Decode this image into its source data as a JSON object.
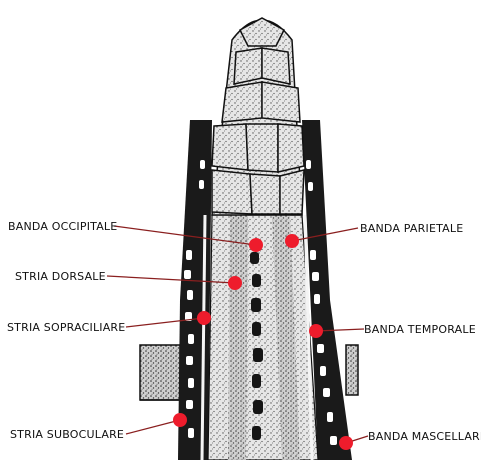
{
  "labels": {
    "banda_occipitale": "BANDA OCCIPITALE",
    "stria_dorsale": "STRIA DORSALE",
    "stria_sopraciliare": "STRIA SOPRACILIARE",
    "stria_suboculare": "STRIA SUBOCULARE",
    "banda_parietale": "BANDA PARIETALE",
    "banda_temporale": "BANDA TEMPORALE",
    "banda_mascellare": "BANDA MASCELLARE"
  },
  "colors": {
    "marker": "#ee1c2c",
    "leader": "#8a1f1f",
    "ink": "#1a1a1a",
    "scale_fill": "#d9d9d9"
  }
}
